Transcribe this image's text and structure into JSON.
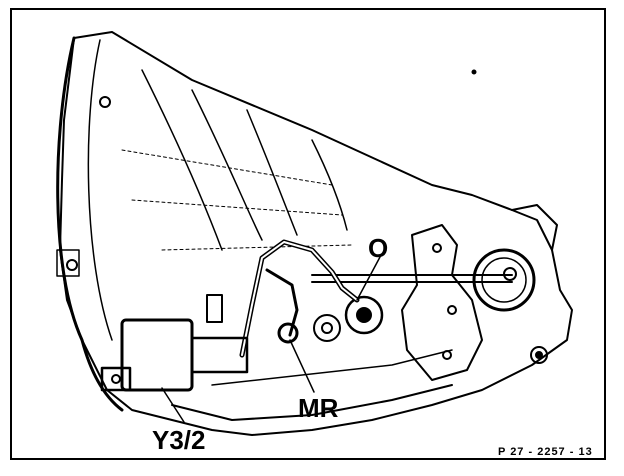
{
  "labels": {
    "y32": "Y3/2",
    "mr": "MR",
    "o": "O",
    "figure_code": "P 27 - 2257 - 13"
  },
  "colors": {
    "ink": "#000000",
    "paper": "#ffffff"
  }
}
